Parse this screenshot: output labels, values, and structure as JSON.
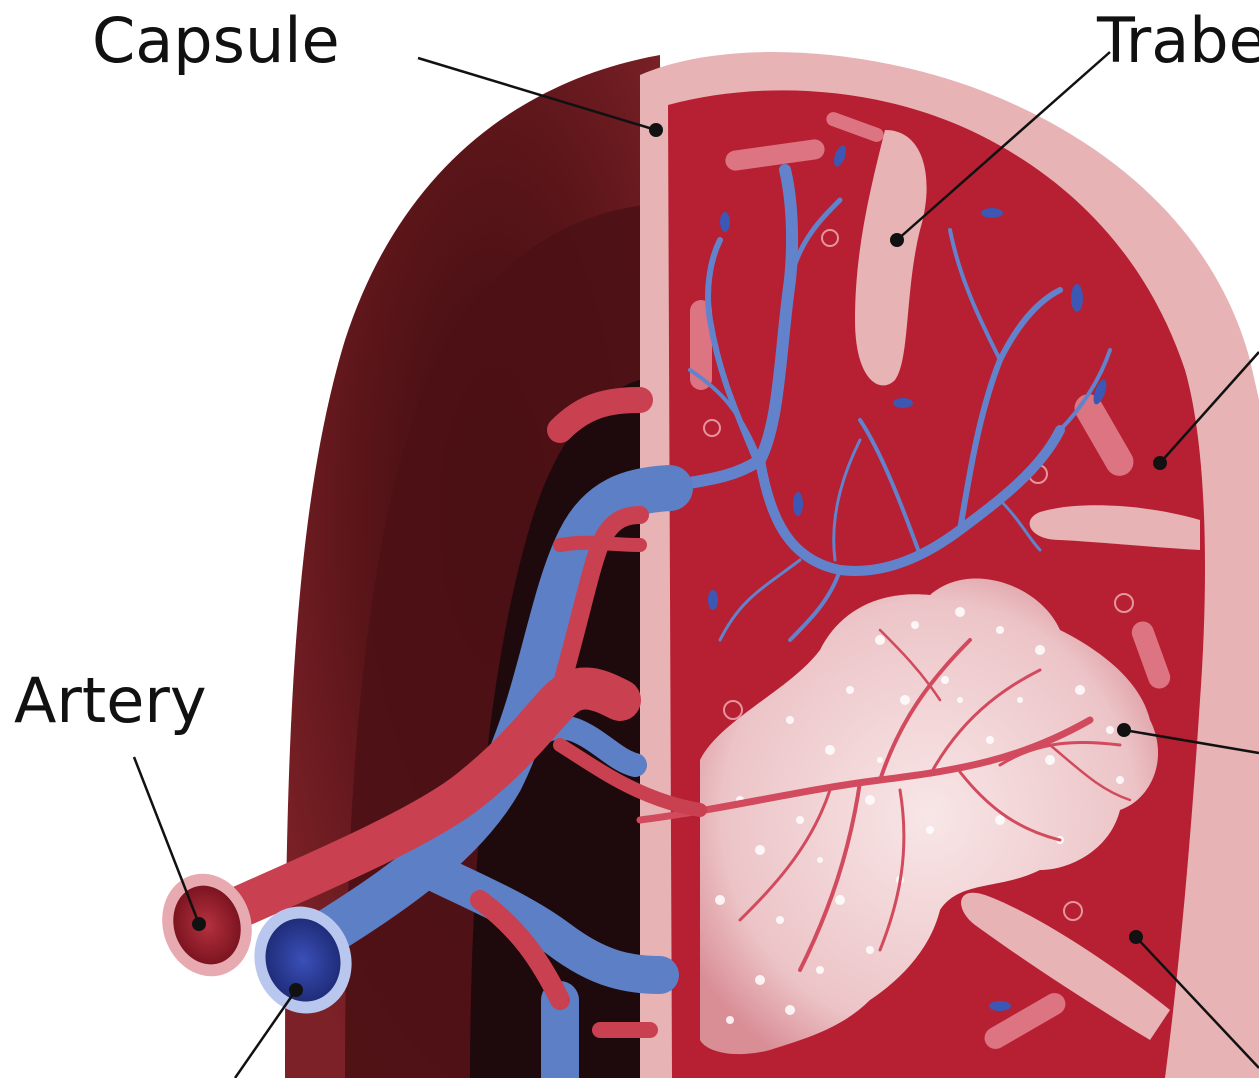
{
  "labels": {
    "capsule": "Capsule",
    "trabeculae_partial": "Trabe",
    "artery": "Artery"
  },
  "colors": {
    "capsule_outer": "#6e1a1f",
    "capsule_dark": "#4a1015",
    "hilum_dark": "#1e0a0c",
    "capsule_pink": "#e7b3b5",
    "red_pulp": "#b71f32",
    "white_pulp": "#f2d4d6",
    "artery": "#d14a5d",
    "vein": "#5d7fc6",
    "vein_dark": "#2e3f9a",
    "leader_line": "#111111"
  }
}
